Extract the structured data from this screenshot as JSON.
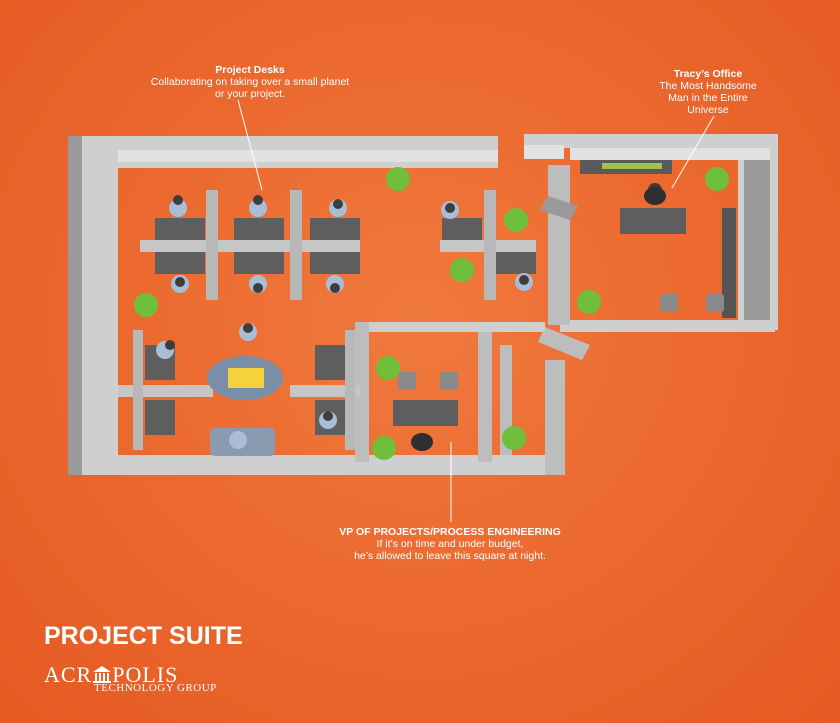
{
  "callouts": {
    "project_desks": {
      "title": "Project Desks",
      "line1": "Collaborating on taking over a small planet",
      "line2": "or your project."
    },
    "tracys_office": {
      "title": "Tracy’s Office",
      "line1": "The Most Handsome",
      "line2": "Man in the Entire",
      "line3": "Universe"
    },
    "vp_office": {
      "title": "VP OF PROJECTS/PROCESS ENGINEERING",
      "line1": "If it’s on time and under budget,",
      "line2": "he’s allowed to leave this square at night."
    }
  },
  "suite_title": "PROJECT SUITE",
  "logo": {
    "brand_part1": "ACR",
    "brand_part2": "POLIS",
    "tagline": "TECHNOLOGY GROUP"
  },
  "colors": {
    "background": "#ec6a30",
    "wall": "#c9c9c9",
    "wall_shadow": "#8f8f8f",
    "desk": "#5e5e5e",
    "chair": "#8a9bb0",
    "plant": "#6fbf3a",
    "person_shirt": "#a8bdd6"
  }
}
